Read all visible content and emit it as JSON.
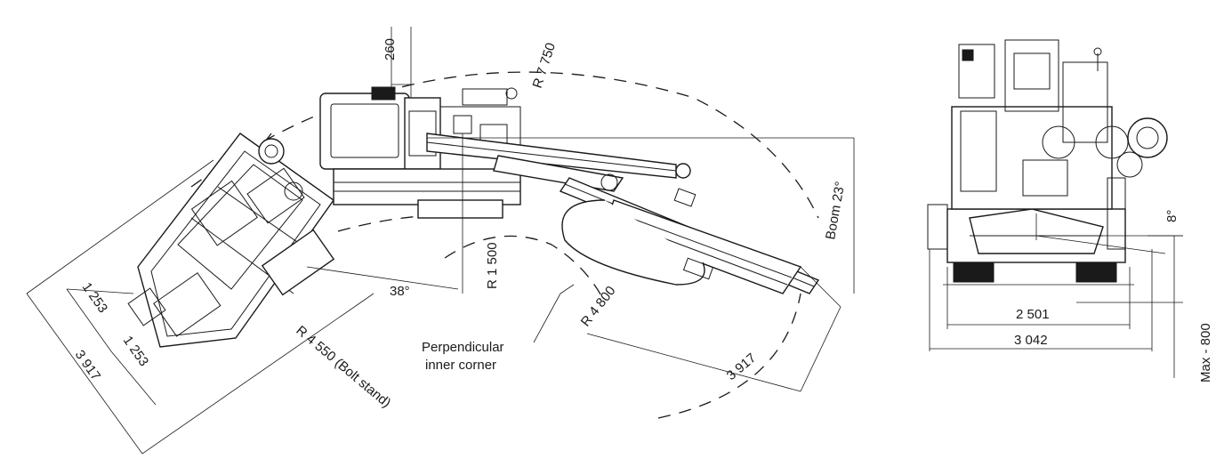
{
  "top_view": {
    "dimensions": {
      "radius_outer": "R 7 750",
      "offset_260": "260",
      "boom_angle": "Boom 23°",
      "radius_1500": "R 1 500",
      "angle_38": "38°",
      "radius_4800": "R 4 800",
      "radius_4550": "R 4 550 (Bolt stand)",
      "length_right": "3 917",
      "length_left": "3 917",
      "width_a": "1 253",
      "width_b": "1 253"
    },
    "callout": {
      "line1": "Perpendicular",
      "line2": "inner corner"
    }
  },
  "front_view": {
    "dimensions": {
      "angle_8": "8°",
      "width_inner": "2 501",
      "width_outer": "3 042",
      "height_max": "Max - 800"
    }
  }
}
